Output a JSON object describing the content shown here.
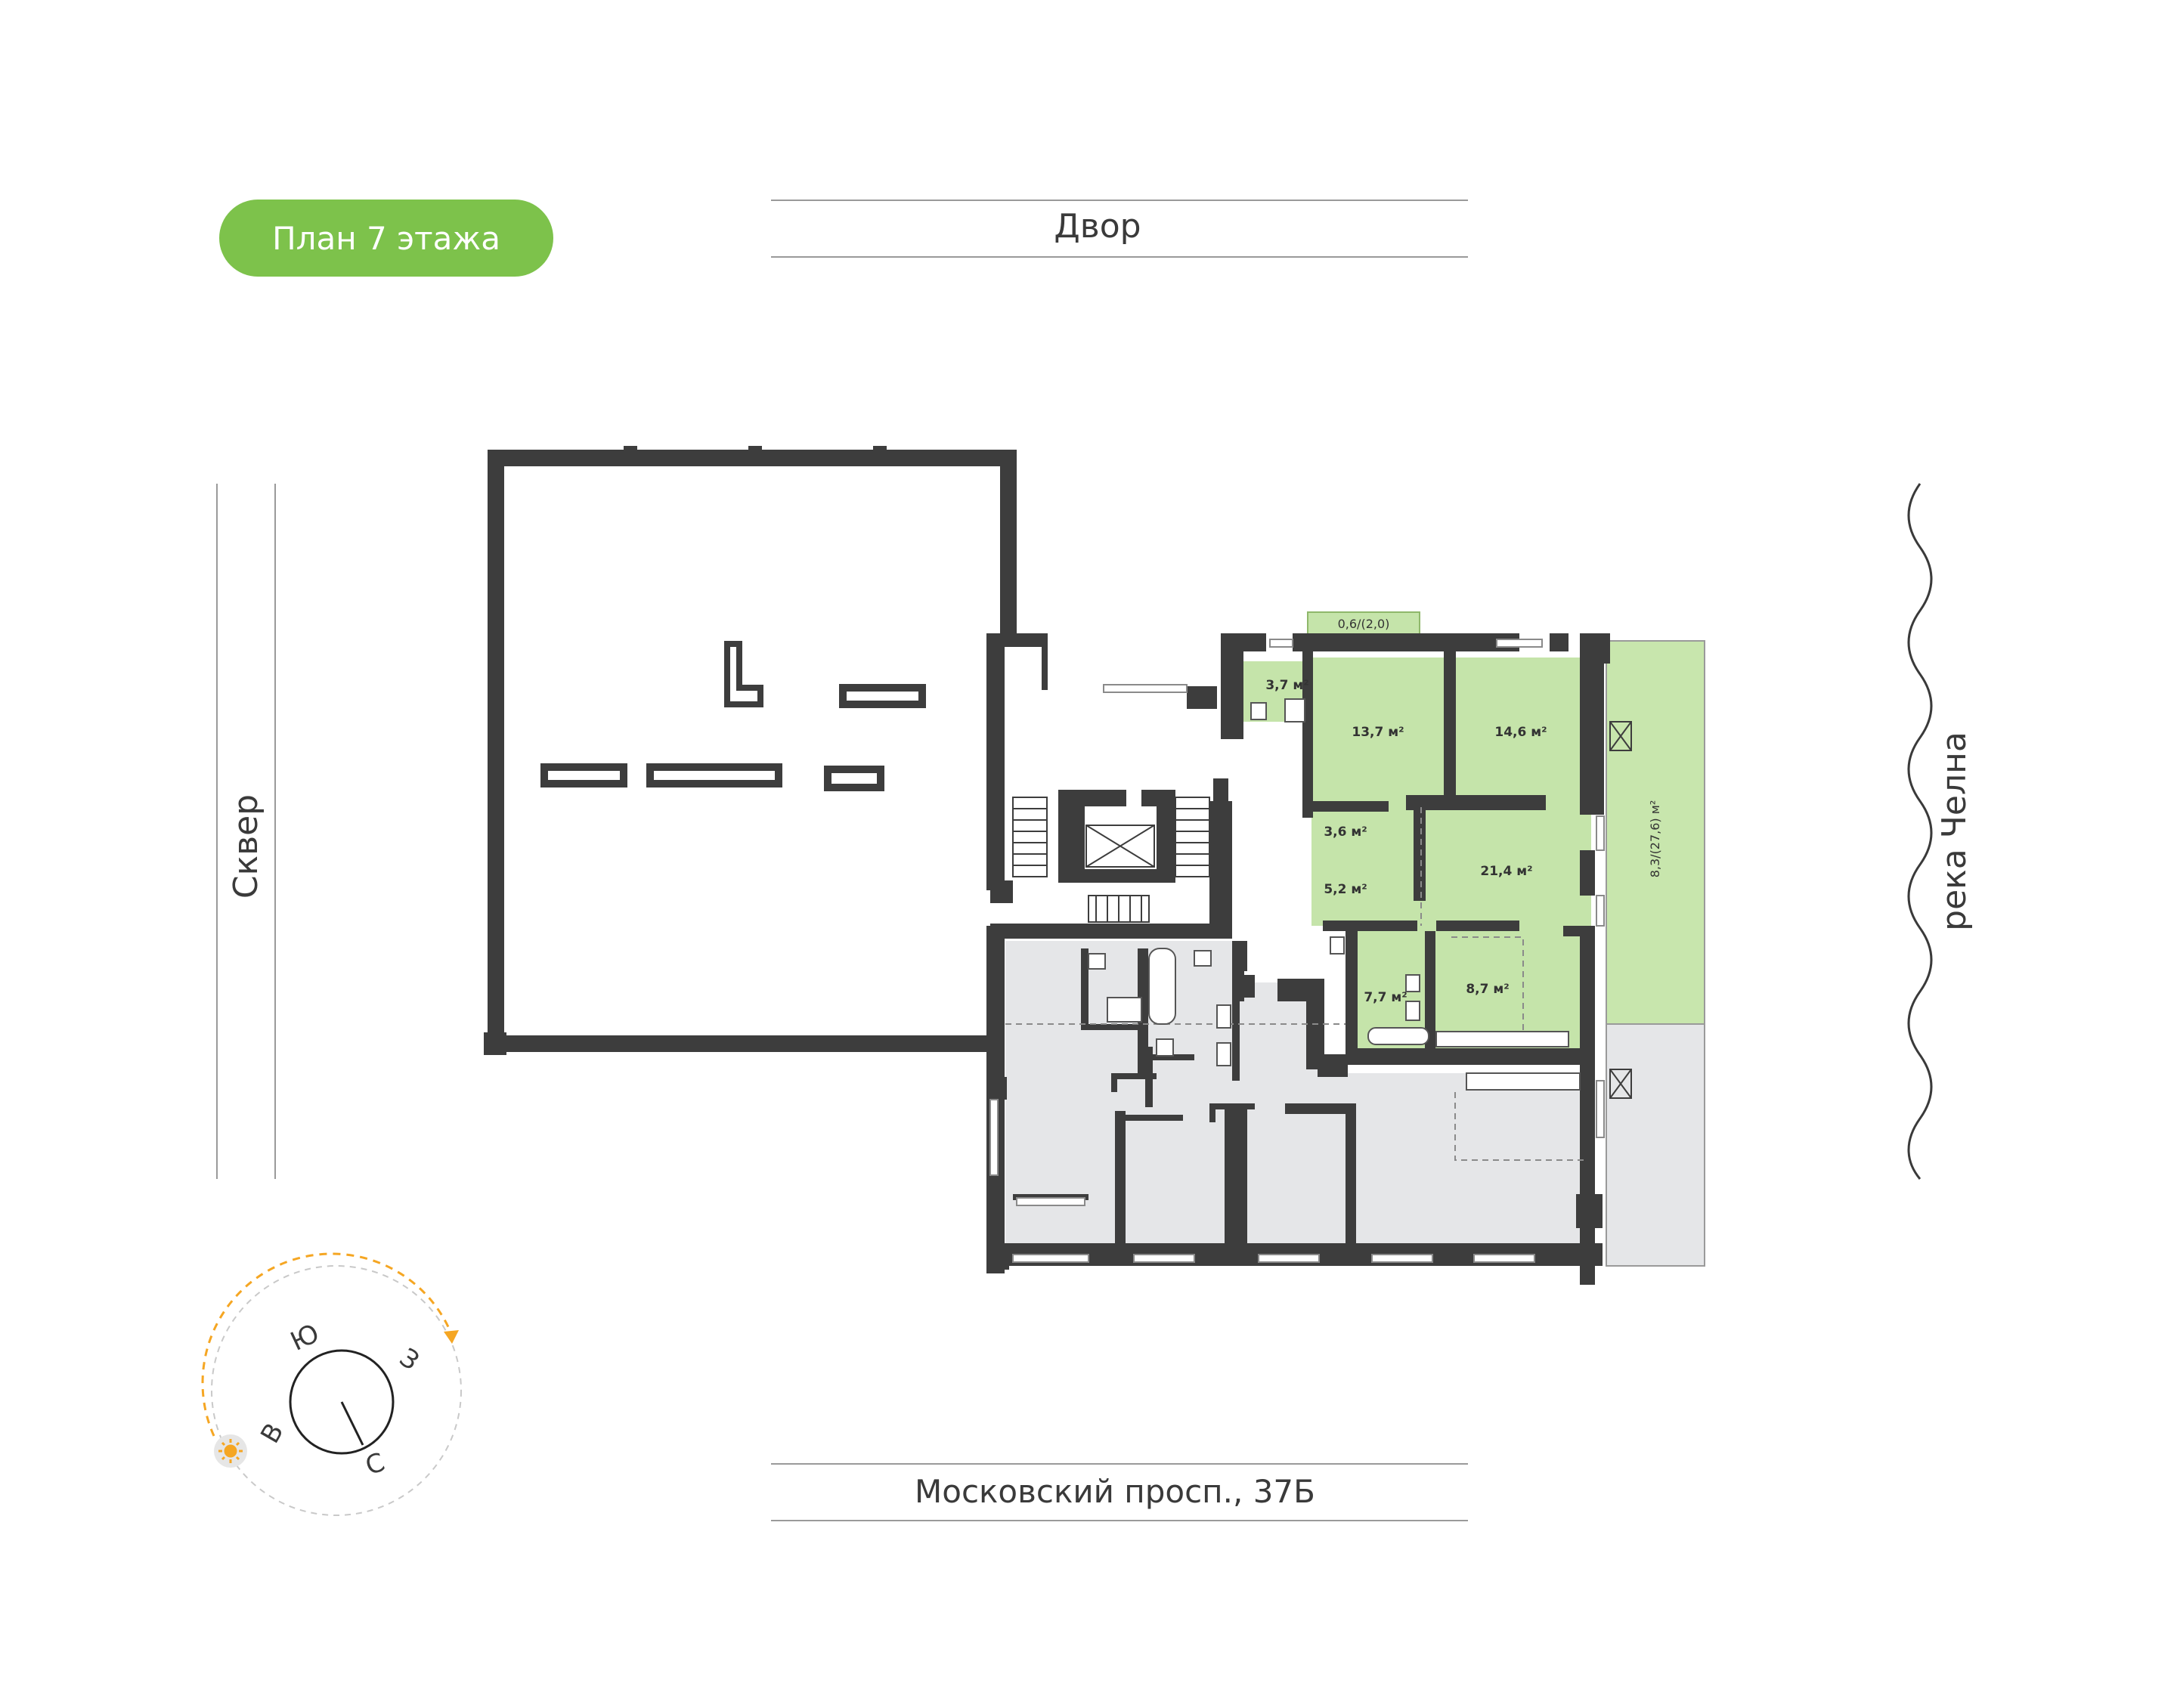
{
  "plan_title": "План 7 этажа",
  "streets": {
    "top": "Двор",
    "bottom": "Московский просп., 37Б",
    "left": "Сквер",
    "right": "река Челна"
  },
  "compass": {
    "south": "Ю",
    "west": "З",
    "east": "В",
    "north": "С"
  },
  "rooms": {
    "balcony_top": "0,6/(2,0)",
    "bath_small": "3,7 м²",
    "bedroom_1": "13,7 м²",
    "bedroom_2": "14,6 м²",
    "storage": "3,6 м²",
    "hall": "5,2 м²",
    "living": "21,4 м²",
    "terrace": "8,3/(27,6) м²",
    "bathroom": "7,7 м²",
    "kitchen": "8,7 м²"
  },
  "colors": {
    "accent": "#7dc24b",
    "wall": "#3d3d3d",
    "apartment_fill": "#c5e4aa",
    "neighbor_fill": "#e5e6e8",
    "terrace_fill": "#c8e6ad",
    "sun": "#f5a623"
  }
}
